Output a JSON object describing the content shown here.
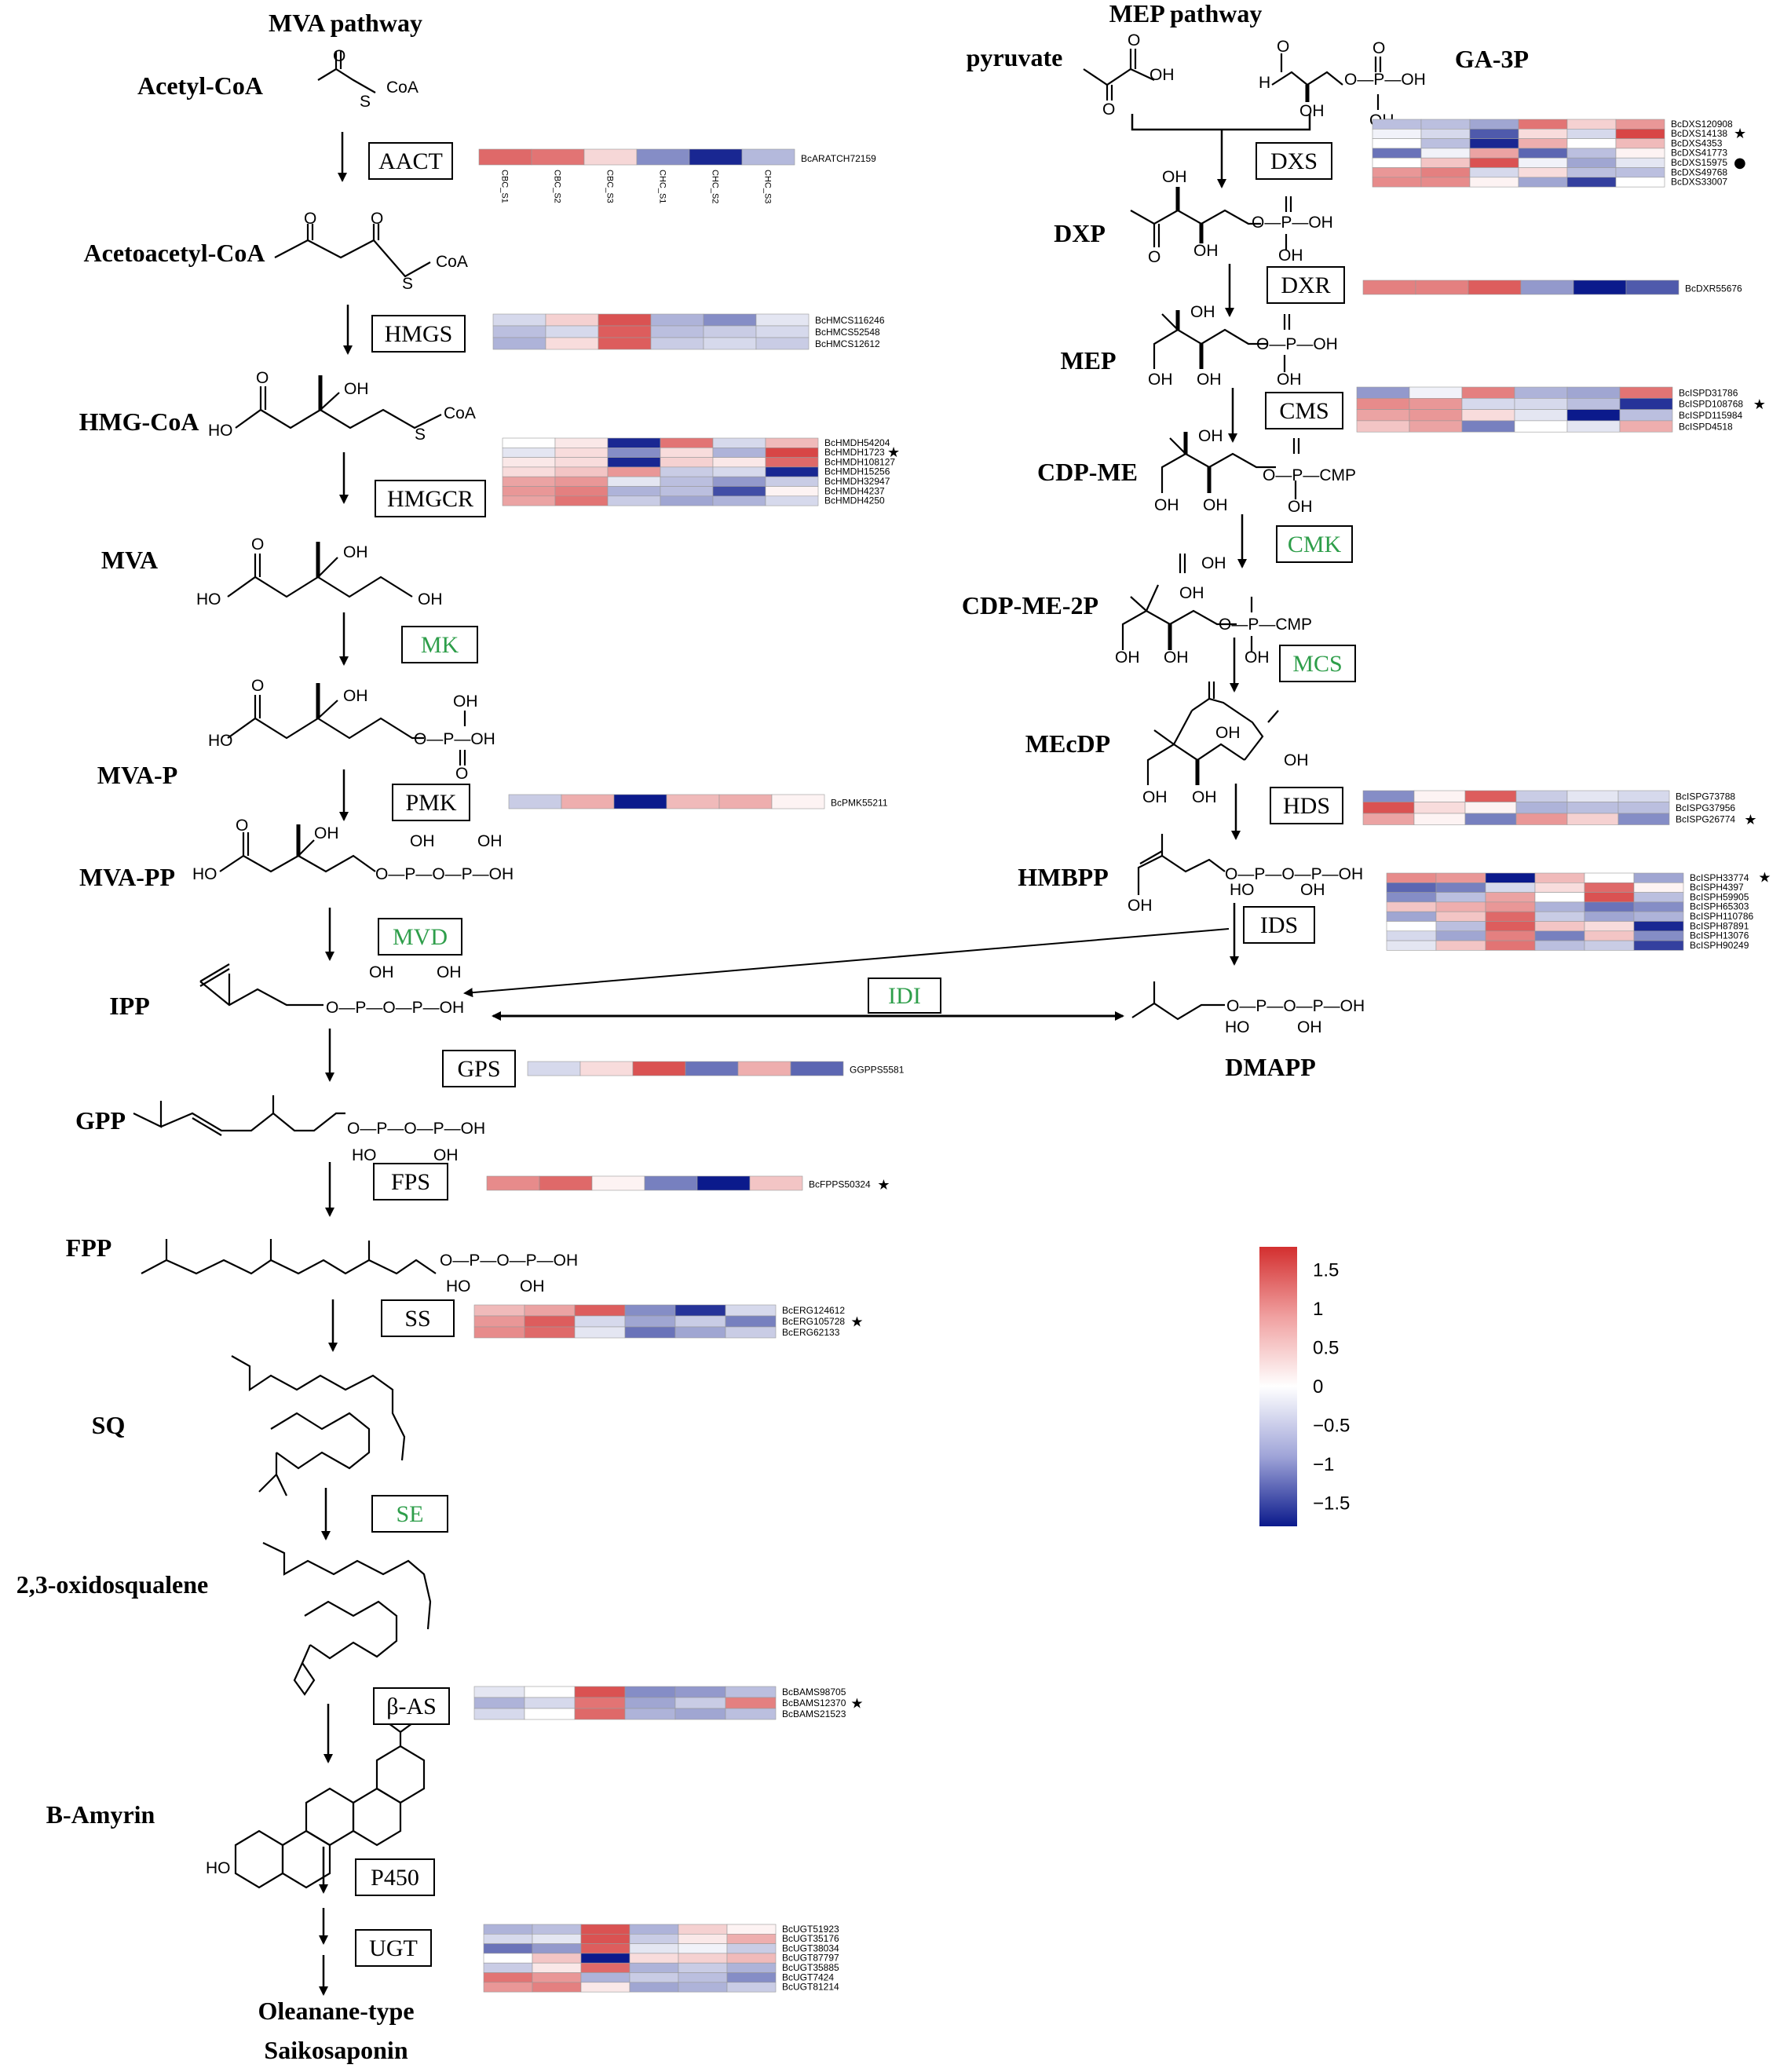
{
  "titles": {
    "mva": "MVA pathway",
    "mep": "MEP pathway"
  },
  "mva_compounds": [
    {
      "id": "acetyl-coa",
      "label": "Acetyl-CoA"
    },
    {
      "id": "acetoacetyl-coa",
      "label": "Acetoacetyl-CoA"
    },
    {
      "id": "hmg-coa",
      "label": "HMG-CoA"
    },
    {
      "id": "mva",
      "label": "MVA"
    },
    {
      "id": "mva-p",
      "label": "MVA-P"
    },
    {
      "id": "mva-pp",
      "label": "MVA-PP"
    },
    {
      "id": "ipp",
      "label": "IPP"
    },
    {
      "id": "gpp",
      "label": "GPP"
    },
    {
      "id": "fpp",
      "label": "FPP"
    },
    {
      "id": "sq",
      "label": "SQ"
    },
    {
      "id": "oxidosqualene",
      "label": "2,3-oxidosqualene"
    },
    {
      "id": "b-amyrin",
      "label": "B-Amyrin"
    },
    {
      "id": "saiko1",
      "label": "Oleanane-type"
    },
    {
      "id": "saiko2",
      "label": "Saikosaponin"
    }
  ],
  "mep_compounds": [
    {
      "id": "pyruvate",
      "label": "pyruvate"
    },
    {
      "id": "ga3p",
      "label": "GA-3P"
    },
    {
      "id": "dxp",
      "label": "DXP"
    },
    {
      "id": "mep",
      "label": "MEP"
    },
    {
      "id": "cdp-me",
      "label": "CDP-ME"
    },
    {
      "id": "cdp-me-2p",
      "label": "CDP-ME-2P"
    },
    {
      "id": "mecdp",
      "label": "MEcDP"
    },
    {
      "id": "hmbpp",
      "label": "HMBPP"
    },
    {
      "id": "dmapp",
      "label": "DMAPP"
    }
  ],
  "enzymes": [
    {
      "id": "aact",
      "label": "AACT",
      "color": "#000000"
    },
    {
      "id": "hmgs",
      "label": "HMGS",
      "color": "#000000"
    },
    {
      "id": "hmgcr",
      "label": "HMGCR",
      "color": "#000000"
    },
    {
      "id": "mk",
      "label": "MK",
      "color": "#2e9e4a"
    },
    {
      "id": "pmk",
      "label": "PMK",
      "color": "#000000"
    },
    {
      "id": "mvd",
      "label": "MVD",
      "color": "#2e9e4a"
    },
    {
      "id": "gps",
      "label": "GPS",
      "color": "#000000"
    },
    {
      "id": "fps",
      "label": "FPS",
      "color": "#000000"
    },
    {
      "id": "ss",
      "label": "SS",
      "color": "#000000"
    },
    {
      "id": "se",
      "label": "SE",
      "color": "#2e9e4a"
    },
    {
      "id": "bas",
      "label": "β-AS",
      "color": "#000000"
    },
    {
      "id": "p450",
      "label": "P450",
      "color": "#000000"
    },
    {
      "id": "ugt",
      "label": "UGT",
      "color": "#000000"
    },
    {
      "id": "dxs",
      "label": "DXS",
      "color": "#000000"
    },
    {
      "id": "dxr",
      "label": "DXR",
      "color": "#000000"
    },
    {
      "id": "cms",
      "label": "CMS",
      "color": "#000000"
    },
    {
      "id": "cmk",
      "label": "CMK",
      "color": "#2e9e4a"
    },
    {
      "id": "mcs",
      "label": "MCS",
      "color": "#2e9e4a"
    },
    {
      "id": "hds",
      "label": "HDS",
      "color": "#000000"
    },
    {
      "id": "ids",
      "label": "IDS",
      "color": "#000000"
    },
    {
      "id": "idi",
      "label": "IDI",
      "color": "#2e9e4a"
    }
  ],
  "chem_text": {
    "coa": "CoA",
    "o": "O",
    "oh": "OH",
    "ho": "HO",
    "s": "S",
    "p": "P",
    "cmp": "CMP",
    "h": "H",
    "o_p": "O—P—OH",
    "p_o_p": "O—P—O—P—OH",
    "cmp_bond": "—CMP",
    "o_p_cmp": "O—P—CMP"
  },
  "heatmap_columns": [
    "CBC_S1",
    "CBC_S2",
    "CBC_S3",
    "CHC_S1",
    "CHC_S2",
    "CHC_S3"
  ],
  "heatmaps": [
    {
      "id": "aact",
      "genes": [
        {
          "name": "BcARATCH72159",
          "star": false,
          "values": [
            1.3,
            1.2,
            0.35,
            -0.9,
            -1.7,
            -0.55
          ]
        }
      ]
    },
    {
      "id": "hmgs",
      "genes": [
        {
          "name": "BcHMCS116246",
          "star": false,
          "values": [
            -0.3,
            0.4,
            1.5,
            -0.6,
            -0.9,
            -0.2
          ]
        },
        {
          "name": "BcHMCS52548",
          "star": false,
          "values": [
            -0.5,
            -0.3,
            1.4,
            -0.5,
            -0.4,
            -0.3
          ]
        },
        {
          "name": "BcHMCS12612",
          "star": false,
          "values": [
            -0.6,
            0.3,
            1.4,
            -0.4,
            -0.3,
            -0.4
          ]
        }
      ]
    },
    {
      "id": "hmgcr",
      "genes": [
        {
          "name": "BcHMDH54204",
          "star": false,
          "values": [
            0.0,
            0.2,
            -1.7,
            1.2,
            -0.3,
            0.6
          ]
        },
        {
          "name": "BcHMDH1723",
          "star": true,
          "values": [
            -0.2,
            0.3,
            -0.9,
            0.3,
            -0.6,
            1.6
          ]
        },
        {
          "name": "BcHMDH108127",
          "star": false,
          "values": [
            0.2,
            0.3,
            -1.7,
            0.4,
            0.2,
            1.3
          ]
        },
        {
          "name": "BcHMDH15256",
          "star": false,
          "values": [
            0.3,
            0.5,
            0.9,
            -0.4,
            -0.3,
            -1.7
          ]
        },
        {
          "name": "BcHMDH32947",
          "star": false,
          "values": [
            0.8,
            0.9,
            -0.2,
            -0.5,
            -0.8,
            -0.4
          ]
        },
        {
          "name": "BcHMDH4237",
          "star": false,
          "values": [
            0.9,
            1.1,
            -0.6,
            -0.5,
            -1.4,
            0.1
          ]
        },
        {
          "name": "BcHMDH4250",
          "star": false,
          "values": [
            0.8,
            1.2,
            -0.4,
            -0.7,
            -0.6,
            -0.3
          ]
        }
      ]
    },
    {
      "id": "pmk",
      "genes": [
        {
          "name": "BcPMK55211",
          "star": false,
          "values": [
            -0.4,
            0.7,
            -1.8,
            0.6,
            0.7,
            0.1
          ]
        }
      ]
    },
    {
      "id": "gps",
      "genes": [
        {
          "name": "GGPPS5581",
          "star": false,
          "values": [
            -0.3,
            0.3,
            1.5,
            -1.1,
            0.7,
            -1.2
          ]
        }
      ]
    },
    {
      "id": "fps",
      "genes": [
        {
          "name": "BcFPPS50324",
          "star": true,
          "values": [
            1.0,
            1.3,
            0.1,
            -1.0,
            -1.8,
            0.5
          ]
        }
      ]
    },
    {
      "id": "ss",
      "genes": [
        {
          "name": "BcERG124612",
          "star": false,
          "values": [
            0.6,
            0.8,
            1.4,
            -0.9,
            -1.6,
            -0.3
          ]
        },
        {
          "name": "BcERG105728",
          "star": true,
          "values": [
            0.9,
            1.4,
            -0.3,
            -0.7,
            -0.4,
            -1.0
          ]
        },
        {
          "name": "BcERG62133",
          "star": false,
          "values": [
            1.0,
            1.3,
            -0.2,
            -1.1,
            -0.7,
            -0.4
          ]
        }
      ]
    },
    {
      "id": "bas",
      "genes": [
        {
          "name": "BcBAMS98705",
          "star": false,
          "values": [
            -0.2,
            0.0,
            1.5,
            -0.9,
            -0.8,
            -0.5
          ]
        },
        {
          "name": "BcBAMS12370",
          "star": true,
          "values": [
            -0.6,
            -0.3,
            1.2,
            -0.7,
            -0.4,
            1.1
          ]
        },
        {
          "name": "BcBAMS21523",
          "star": false,
          "values": [
            -0.3,
            0.0,
            1.3,
            -0.6,
            -0.7,
            -0.5
          ]
        }
      ]
    },
    {
      "id": "ugt",
      "genes": [
        {
          "name": "BcUGT51923",
          "star": false,
          "values": [
            -0.6,
            -0.5,
            1.5,
            -0.6,
            0.4,
            0.1
          ]
        },
        {
          "name": "BcUGT35176",
          "star": false,
          "values": [
            -0.3,
            -0.2,
            1.5,
            -0.4,
            0.2,
            0.7
          ]
        },
        {
          "name": "BcUGT38034",
          "star": false,
          "values": [
            -1.1,
            -0.8,
            1.4,
            -0.2,
            -0.1,
            -0.4
          ]
        },
        {
          "name": "BcUGT87797",
          "star": false,
          "values": [
            0.0,
            0.5,
            -1.8,
            0.3,
            0.4,
            0.6
          ]
        },
        {
          "name": "BcUGT35885",
          "star": false,
          "values": [
            -0.4,
            0.2,
            1.3,
            -0.6,
            -0.4,
            -0.6
          ]
        },
        {
          "name": "BcUGT7424",
          "star": false,
          "values": [
            1.2,
            0.9,
            -0.6,
            -0.4,
            -0.5,
            -0.9
          ]
        },
        {
          "name": "BcUGT81214",
          "star": false,
          "values": [
            0.9,
            1.1,
            0.2,
            -0.7,
            -0.6,
            -0.4
          ]
        }
      ]
    },
    {
      "id": "dxs",
      "genes": [
        {
          "name": "BcDXS120908",
          "star": false,
          "values": [
            -0.5,
            -0.5,
            -0.7,
            1.2,
            0.4,
            0.9
          ]
        },
        {
          "name": "BcDXS14138",
          "star": true,
          "values": [
            -0.1,
            -0.3,
            -1.3,
            0.3,
            -0.3,
            1.6
          ]
        },
        {
          "name": "BcDXS4353",
          "star": false,
          "values": [
            0.0,
            -0.5,
            -1.7,
            0.7,
            0.0,
            0.6
          ]
        },
        {
          "name": "BcDXS41773",
          "star": false,
          "values": [
            -1.1,
            -0.1,
            0.8,
            -1.2,
            -0.5,
            0.1
          ]
        },
        {
          "name": "BcDXS15975",
          "star": false,
          "circle": true,
          "values": [
            0.0,
            0.5,
            1.5,
            -0.1,
            -0.7,
            -0.2
          ]
        },
        {
          "name": "BcDXS49768",
          "star": false,
          "values": [
            0.9,
            1.1,
            -0.3,
            0.3,
            -0.5,
            -0.5
          ]
        },
        {
          "name": "BcDXS33007",
          "star": false,
          "values": [
            1.0,
            1.0,
            0.1,
            -0.7,
            -1.5,
            0.0
          ]
        }
      ]
    },
    {
      "id": "dxr",
      "genes": [
        {
          "name": "BcDXR55676",
          "star": false,
          "values": [
            1.1,
            1.1,
            1.4,
            -0.8,
            -1.8,
            -1.3
          ]
        }
      ]
    },
    {
      "id": "cms",
      "genes": [
        {
          "name": "BcISPD31786",
          "star": false,
          "values": [
            -0.8,
            -0.1,
            1.1,
            -0.6,
            -0.7,
            1.2
          ]
        },
        {
          "name": "BcISPD108768",
          "star": true,
          "values": [
            1.0,
            0.9,
            -0.3,
            -0.3,
            -0.5,
            -1.6
          ]
        },
        {
          "name": "BcISPD115984",
          "star": false,
          "values": [
            0.8,
            0.9,
            0.3,
            -0.2,
            -1.8,
            -0.5
          ]
        },
        {
          "name": "BcISPD4518",
          "star": false,
          "values": [
            0.5,
            0.8,
            -1.0,
            0.0,
            -0.2,
            0.7
          ]
        }
      ]
    },
    {
      "id": "hds",
      "genes": [
        {
          "name": "BcISPG73788",
          "star": false,
          "values": [
            -0.9,
            0.1,
            1.4,
            -0.4,
            -0.2,
            -0.3
          ]
        },
        {
          "name": "BcISPG37956",
          "star": false,
          "values": [
            1.5,
            0.3,
            0.1,
            -0.6,
            -0.5,
            -0.5
          ]
        },
        {
          "name": "BcISPG26774",
          "star": true,
          "values": [
            0.8,
            0.1,
            -1.0,
            0.9,
            0.4,
            -0.9
          ]
        }
      ]
    },
    {
      "id": "ids",
      "genes": [
        {
          "name": "BcISPH33774",
          "star": true,
          "values": [
            1.0,
            0.9,
            -1.8,
            0.6,
            0.0,
            -0.7
          ]
        },
        {
          "name": "BcISPH4397",
          "star": false,
          "values": [
            -1.2,
            -1.0,
            -0.3,
            0.3,
            1.3,
            0.1
          ]
        },
        {
          "name": "BcISPH59905",
          "star": false,
          "values": [
            -0.9,
            -0.5,
            0.8,
            0.0,
            1.5,
            -0.5
          ]
        },
        {
          "name": "BcISPH65303",
          "star": false,
          "values": [
            0.5,
            0.7,
            0.9,
            -0.6,
            -1.1,
            -0.9
          ]
        },
        {
          "name": "BcISPH110786",
          "star": false,
          "values": [
            -0.7,
            0.5,
            1.3,
            -0.4,
            -0.7,
            -0.6
          ]
        },
        {
          "name": "BcISPH87891",
          "star": false,
          "values": [
            0.0,
            -0.5,
            1.4,
            0.5,
            0.3,
            -1.7
          ]
        },
        {
          "name": "BcISPH13076",
          "star": false,
          "values": [
            -0.3,
            -0.7,
            1.1,
            -1.0,
            0.5,
            -0.9
          ]
        },
        {
          "name": "BcISPH90249",
          "star": false,
          "values": [
            -0.2,
            0.5,
            1.2,
            -0.5,
            -0.4,
            -1.5
          ]
        }
      ]
    }
  ],
  "legend": {
    "ticks": [
      "1.5",
      "1",
      "0.5",
      "0",
      "−0.5",
      "−1",
      "−1.5"
    ],
    "tick_values": [
      1.5,
      1,
      0.5,
      0,
      -0.5,
      -1,
      -1.5
    ],
    "min": -1.8,
    "max": 1.8,
    "high_color": "#d32f2f",
    "mid_color": "#ffffff",
    "low_color": "#0b1a8c"
  }
}
